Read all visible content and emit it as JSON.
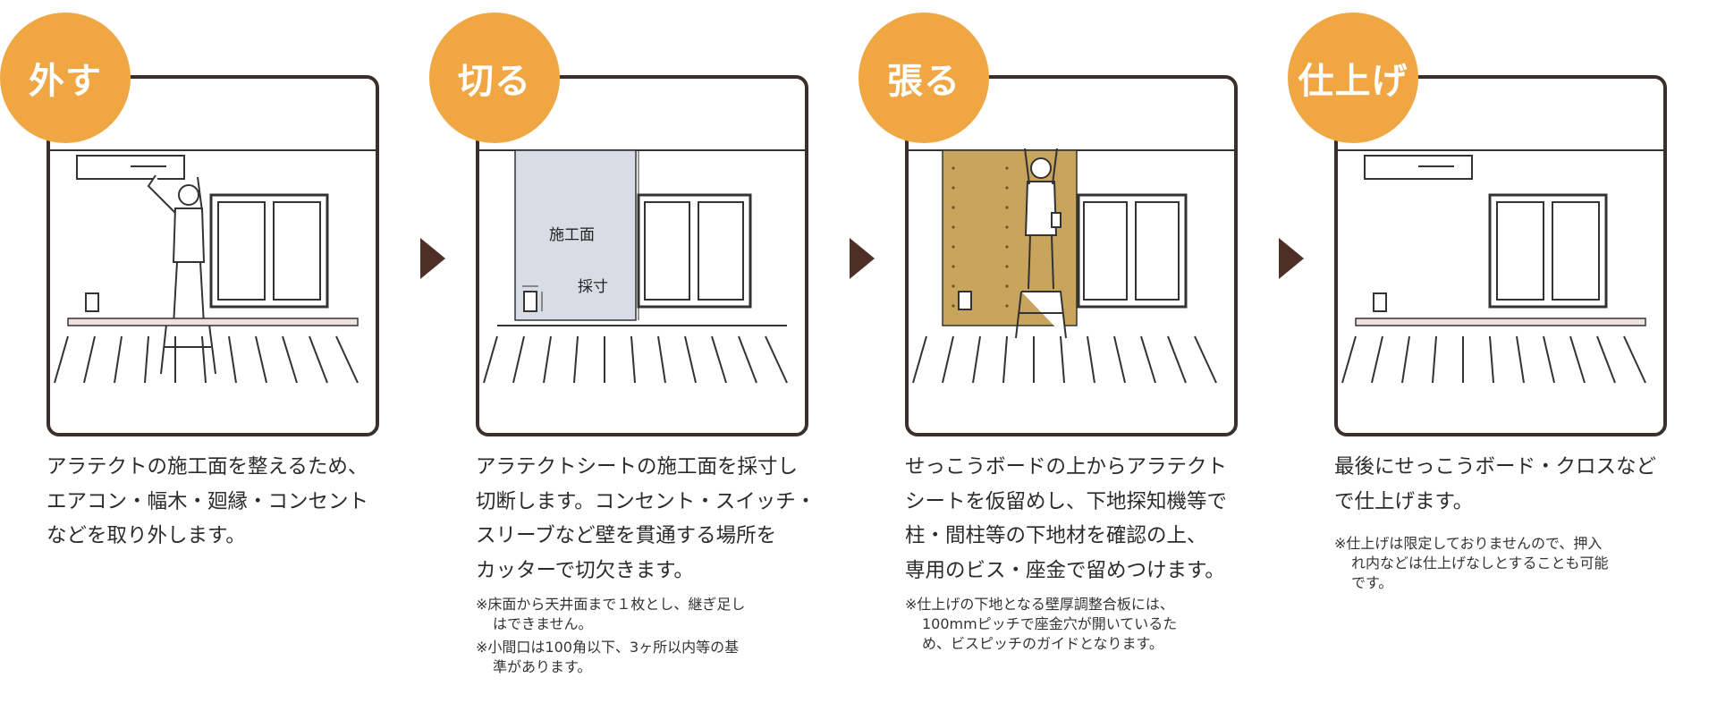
{
  "colors": {
    "badge": "#f0a743",
    "frame": "#3b2f2a",
    "arrow": "#4e2f25",
    "sheet": "#d8dce4",
    "board": "#c8a45c"
  },
  "steps": [
    {
      "title": "外す",
      "description": "アラテクトの施工面を整えるため、\nエアコン・幅木・廻縁・コンセント\nなどを取り外します。",
      "notes": []
    },
    {
      "title": "切る",
      "description": "アラテクトシートの施工面を採寸し\n切断します。コンセント・スイッチ・\nスリーブなど壁を貫通する場所を\nカッターで切欠きます。",
      "labels": {
        "surface": "施工面",
        "measure": "採寸"
      },
      "notes": [
        "※床面から天井面まで１枚とし、継ぎ足し\nはできません。",
        "※小間口は100角以下、3ヶ所以内等の基\n準があります。"
      ]
    },
    {
      "title": "張る",
      "description": "せっこうボードの上からアラテクト\nシートを仮留めし、下地探知機等で\n柱・間柱等の下地材を確認の上、\n専用のビス・座金で留めつけます。",
      "notes": [
        "※仕上げの下地となる壁厚調整合板には、\n100mmピッチで座金穴が開いているた\nめ、ビスピッチのガイドとなります。"
      ]
    },
    {
      "title": "仕上げ",
      "description": "最後にせっこうボード・クロスなど\nで仕上げます。",
      "notes": [
        "※仕上げは限定しておりませんので、押入\nれ内などは仕上げなしとすることも可能\nです。"
      ]
    }
  ],
  "arrows": [
    "next-arrow",
    "next-arrow",
    "next-arrow"
  ]
}
